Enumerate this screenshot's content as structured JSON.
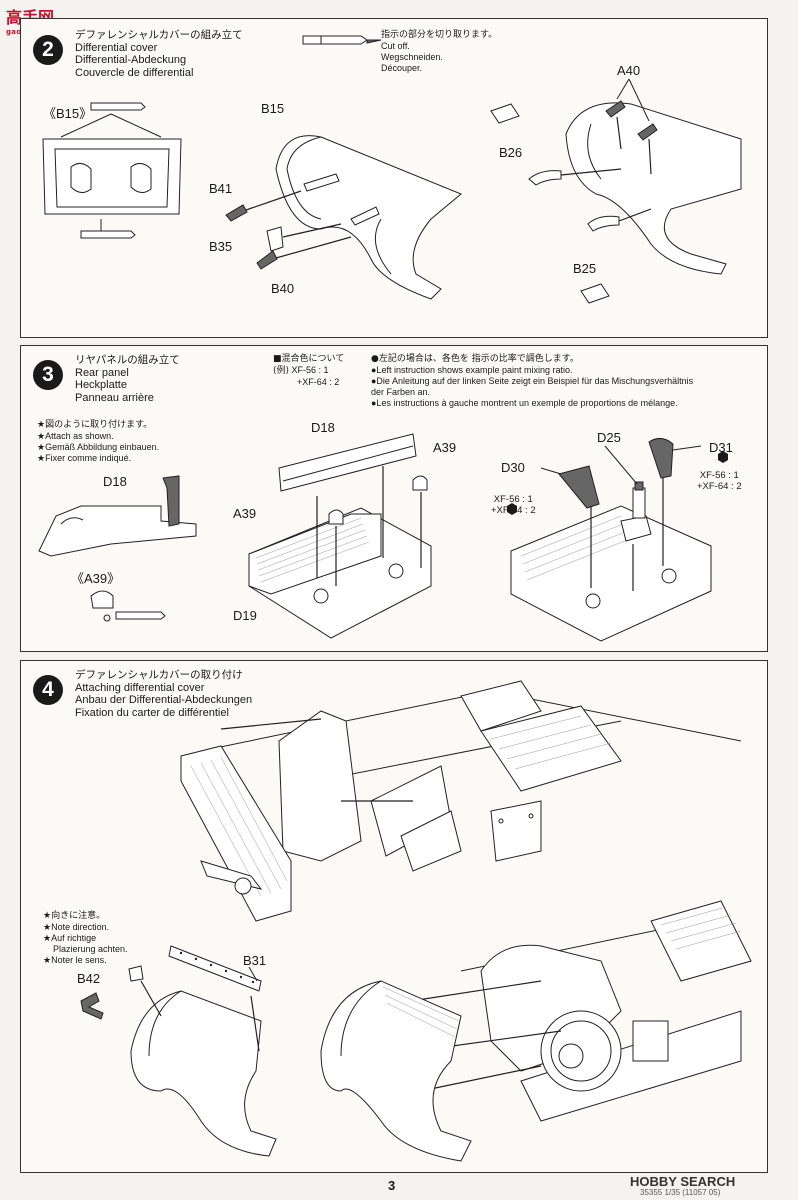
{
  "watermark_logo": {
    "text": "高手网",
    "sub": "gao-shou.com"
  },
  "step2": {
    "num": "2",
    "title_jp": "デファレンシャルカバーの組み立て",
    "title_en": "Differential cover",
    "title_de": "Differential-Abdeckung",
    "title_fr": "Couvercle de differential",
    "cut_jp": "指示の部分を切り取ります。",
    "cut_en": "Cut off.",
    "cut_de": "Wegschneiden.",
    "cut_fr": "Découper.",
    "labels": {
      "b15_ref": "《B15》",
      "b15": "B15",
      "b41": "B41",
      "b35": "B35",
      "b40": "B40",
      "a40": "A40",
      "b26": "B26",
      "b25": "B25"
    }
  },
  "step3": {
    "num": "3",
    "title_jp": "リヤパネルの組み立て",
    "title_en": "Rear panel",
    "title_de": "Heckplatte",
    "title_fr": "Panneau arrière",
    "mix_title": "■混合色について",
    "mix_ex": "(例)",
    "mix_line1": "XF-56 : 1",
    "mix_line2": "+XF-64 : 2",
    "mix_note_jp": "●左記の場合は、各色を 指示の比率で調色します。",
    "mix_note_en": "●Left instruction shows example paint mixing ratio.",
    "mix_note_de1": "●Die Anleitung auf der linken Seite zeigt ein Beispiel für das Mischungsverhältnis",
    "mix_note_de2": "der Farben an.",
    "mix_note_fr": "●Les instructions à gauche montrent un exemple de proportions de mélange.",
    "attach_jp": "★図のように取り付けます。",
    "attach_en": "★Attach as shown.",
    "attach_de": "★Gemäß Abbildung einbauen.",
    "attach_fr": "★Fixer comme indiqué.",
    "labels": {
      "d18_small": "D18",
      "a39_ref": "《A39》",
      "d18": "D18",
      "a39a": "A39",
      "a39b": "A39",
      "d19": "D19",
      "d25": "D25",
      "d30": "D30",
      "d31": "D31"
    },
    "d30_mix1": "XF-56 : 1",
    "d30_mix2": "+XF-64 : 2",
    "d31_mix1": "XF-56 : 1",
    "d31_mix2": "+XF-64 : 2"
  },
  "step4": {
    "num": "4",
    "title_jp": "デファレンシャルカバーの取り付け",
    "title_en": "Attaching differential cover",
    "title_de": "Anbau der Differential-Abdeckungen",
    "title_fr": "Fixation du carter de différentiel",
    "dir_jp": "★向きに注意。",
    "dir_en": "★Note direction.",
    "dir_de1": "★Auf richtige",
    "dir_de2": "Plazierung achten.",
    "dir_fr": "★Noter le sens.",
    "labels": {
      "b42": "B42",
      "b31": "B31"
    }
  },
  "footer": {
    "page": "3",
    "watermark": "HOBBY SEARCH",
    "code": "35355 1/35 (11057 05)"
  }
}
